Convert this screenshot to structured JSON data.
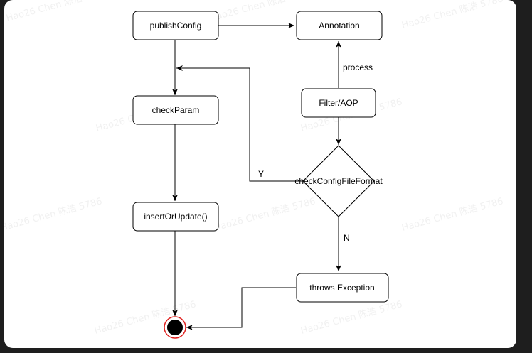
{
  "diagram": {
    "colors": {
      "stroke": "#000000",
      "node_fill": "#ffffff",
      "background": "#ffffff",
      "end_ring": "#e0201e",
      "end_fill": "#000000",
      "watermark": "#ececec"
    },
    "watermark_text": "Hao26 Chen 陈浩 5786",
    "nodes": {
      "publishConfig": "publishConfig",
      "annotation": "Annotation",
      "filterAop": "Filter/AOP",
      "checkParam": "checkParam",
      "checkConfigFileFormat": "checkConfigFileFormat",
      "insertOrUpdate": "insertOrUpdate()",
      "throwsException": "throws Exception"
    },
    "edge_labels": {
      "process": "process",
      "yes": "Y",
      "no": "N"
    }
  }
}
